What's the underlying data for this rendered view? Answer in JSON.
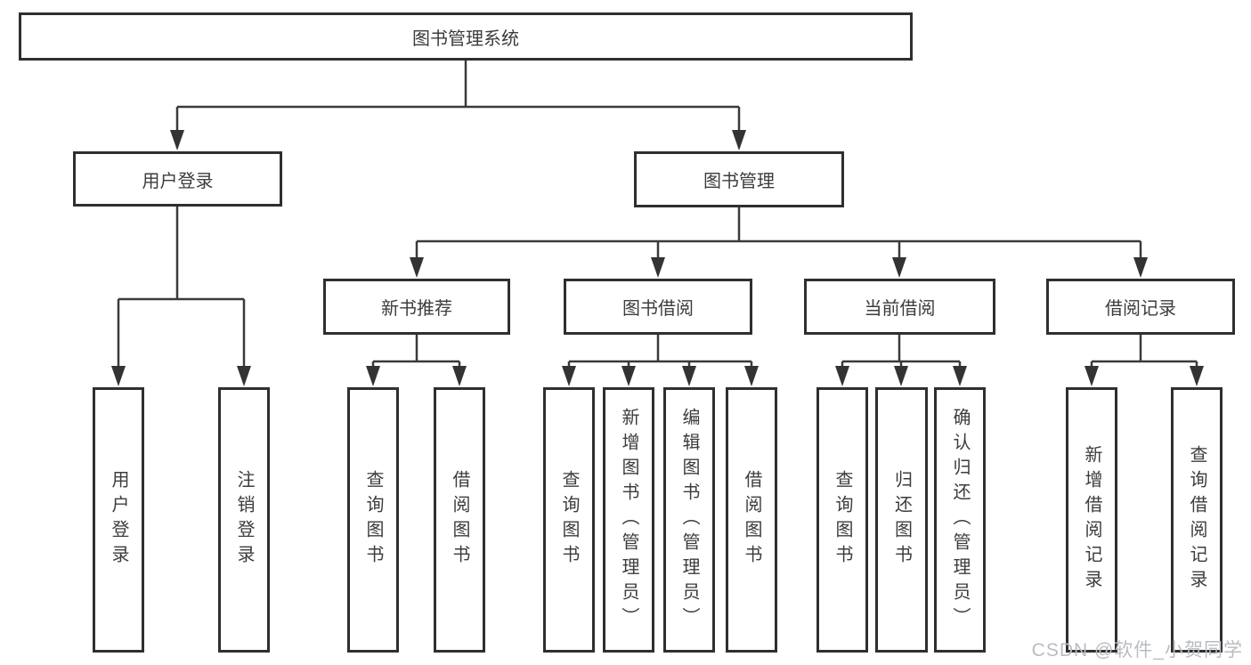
{
  "diagram": {
    "root": {
      "label": "图书管理系统"
    },
    "level2": [
      {
        "label": "用户登录",
        "parent": "图书管理系统"
      },
      {
        "label": "图书管理",
        "parent": "图书管理系统"
      }
    ],
    "level3": [
      {
        "label": "新书推荐",
        "parent": "图书管理"
      },
      {
        "label": "图书借阅",
        "parent": "图书管理"
      },
      {
        "label": "当前借阅",
        "parent": "图书管理"
      },
      {
        "label": "借阅记录",
        "parent": "图书管理"
      }
    ],
    "leaves": [
      {
        "label": "用户登录",
        "parent": "用户登录"
      },
      {
        "label": "注销登录",
        "parent": "用户登录"
      },
      {
        "label": "查询图书",
        "parent": "新书推荐"
      },
      {
        "label": "借阅图书",
        "parent": "新书推荐"
      },
      {
        "label": "查询图书",
        "parent": "图书借阅"
      },
      {
        "label": "新增图书（管理员）",
        "parent": "图书借阅"
      },
      {
        "label": "编辑图书（管理员）",
        "parent": "图书借阅"
      },
      {
        "label": "借阅图书",
        "parent": "图书借阅"
      },
      {
        "label": "查询图书",
        "parent": "当前借阅"
      },
      {
        "label": "归还图书",
        "parent": "当前借阅"
      },
      {
        "label": "确认归还（管理员）",
        "parent": "当前借阅"
      },
      {
        "label": "新增借阅记录",
        "parent": "借阅记录"
      },
      {
        "label": "查询借阅记录",
        "parent": "借阅记录"
      }
    ],
    "watermark": "CSDN @软件_小贺同学",
    "colors": {
      "border": "#2f2f2f",
      "line": "#3a3a3a",
      "text": "#3c3c3c",
      "watermark": "#b9bcc1",
      "background": "#ffffff"
    }
  }
}
